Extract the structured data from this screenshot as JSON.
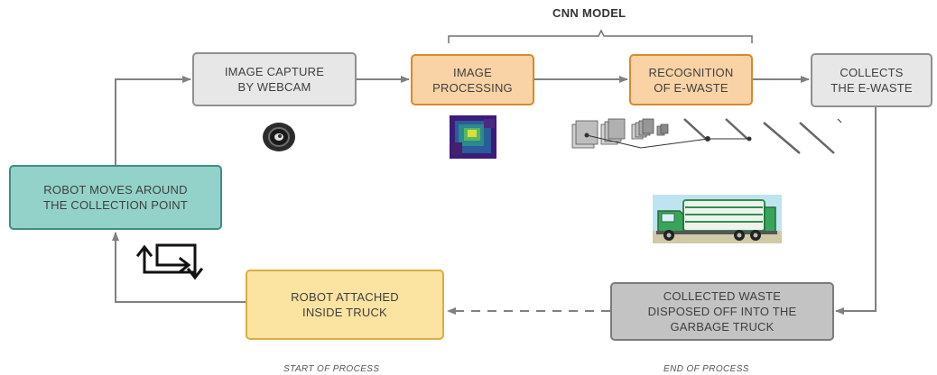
{
  "header": {
    "model_label": "CNN MODEL"
  },
  "boxes": {
    "capture": "IMAGE CAPTURE\nBY WEBCAM",
    "processing": "IMAGE\nPROCESSING",
    "recognition": "RECOGNITION\nOF E-WASTE",
    "collects": "COLLECTS\nTHE E-WASTE",
    "robot_moves": "ROBOT MOVES AROUND\nTHE COLLECTION POINT",
    "robot_attached": "ROBOT ATTACHED\nINSIDE TRUCK",
    "disposed": "COLLECTED WASTE\nDISPOSED OFF INTO THE\nGARBAGE TRUCK"
  },
  "captions": {
    "start": "START OF PROCESS",
    "end": "END OF PROCESS"
  },
  "colors": {
    "gray_box": "#e7e7e7",
    "orange_box": "#f9d3a5",
    "teal_box": "#93d2c8",
    "yellow_box": "#fbe3a2",
    "dark_gray_box": "#c3c3c3",
    "arrow": "#808080"
  },
  "icons": {
    "webcam": "webcam-icon",
    "heatmap": "heatmap-image",
    "cnn": "cnn-architecture-icon",
    "truck": "garbage-truck-image",
    "loop": "loop-arrows-icon"
  }
}
